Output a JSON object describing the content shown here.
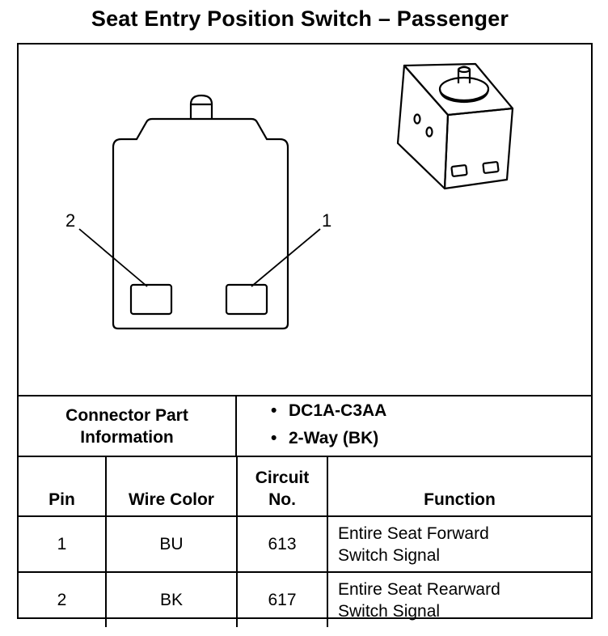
{
  "title": "Seat Entry Position Switch – Passenger",
  "diagram": {
    "pin_labels": [
      "2",
      "1"
    ]
  },
  "connector_info": {
    "label_line1": "Connector Part",
    "label_line2": "Information",
    "items": [
      "DC1A-C3AA",
      "2-Way (BK)"
    ]
  },
  "table": {
    "headers": {
      "pin": "Pin",
      "wire_color": "Wire Color",
      "circuit_line1": "Circuit",
      "circuit_line2": "No.",
      "function": "Function"
    },
    "rows": [
      {
        "pin": "1",
        "wire_color": "BU",
        "circuit": "613",
        "function_line1": "Entire Seat Forward",
        "function_line2": "Switch Signal"
      },
      {
        "pin": "2",
        "wire_color": "BK",
        "circuit": "617",
        "function_line1": "Entire Seat Rearward",
        "function_line2": "Switch Signal"
      }
    ]
  }
}
